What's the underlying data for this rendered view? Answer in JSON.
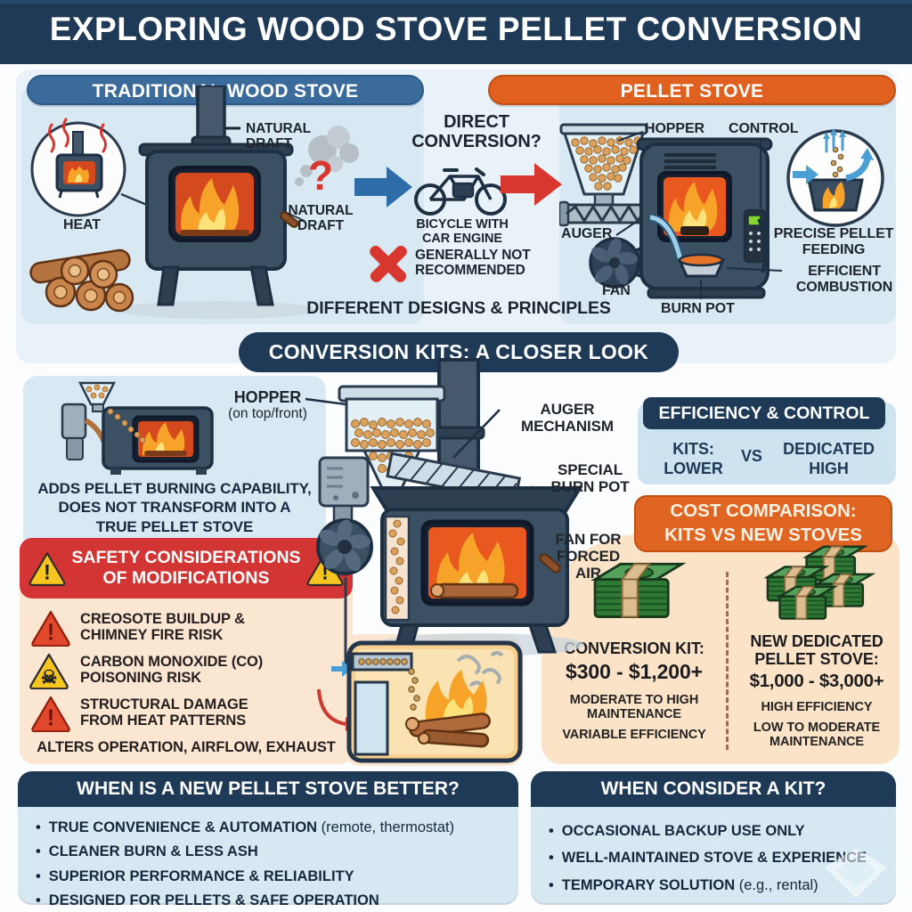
{
  "colors": {
    "navy": "#1e3a57",
    "blue_pill": "#3a6b9b",
    "orange": "#e0611f",
    "red_banner": "#d23534",
    "alert_red": "#d8372f",
    "arrow_blue": "#2f6da8",
    "light_blue_panel": "#d8e9f3",
    "peach": "#fbe3c8",
    "money_green": "#2e7a35"
  },
  "icons": {
    "question_mark": "?",
    "x_mark": "✕",
    "skull": "☠",
    "exclamation": "!",
    "bullet": "•"
  },
  "title": "EXPLORING WOOD STOVE PELLET CONVERSION",
  "traditional": {
    "header": "TRADITIONAL WOOD STOVE",
    "natural_draft_top": "NATURAL\nDRAFT",
    "natural_draft_side": "NATURAL\nDRAFT",
    "heat_label": "HEAT"
  },
  "conversion_question": {
    "title": "DIRECT\nCONVERSION?",
    "bicycle_caption": "BICYCLE WITH\nCAR ENGINE",
    "verdict": "GENERALLY NOT\nRECOMMENDED",
    "footer": "DIFFERENT DESIGNS & PRINCIPLES"
  },
  "pellet": {
    "header": "PELLET STOVE",
    "hopper": "HOPPER",
    "control": "CONTROL",
    "auger": "AUGER",
    "fan": "FAN",
    "burn_pot": "BURN POT",
    "precise_feeding": "PRECISE PELLET\nFEEDING",
    "efficient_combustion": "EFFICIENT\nCOMBUSTION"
  },
  "kits": {
    "header": "CONVERSION KITS: A CLOSER LOOK",
    "note": "ADDS PELLET BURNING CAPABILITY,\nDOES NOT TRANSFORM INTO A\nTRUE PELLET STOVE",
    "hopper": "HOPPER",
    "hopper_sub": "(on top/front)",
    "auger": "AUGER\nMECHANISM",
    "burn_pot": "SPECIAL\nBURN POT",
    "fan": "FAN FOR\nFORCED\nAIR"
  },
  "efficiency": {
    "header": "EFFICIENCY & CONTROL",
    "kits_value": "KITS:\nLOWER",
    "vs": "VS",
    "dedicated_value": "DEDICATED\nHIGH"
  },
  "cost": {
    "header": "COST COMPARISON:\nKITS VS NEW STOVES",
    "kit": {
      "title": "CONVERSION KIT:",
      "price": "$300 - $1,200+",
      "note1": "MODERATE TO HIGH\nMAINTENANCE",
      "note2": "VARIABLE EFFICIENCY"
    },
    "dedicated": {
      "title": "NEW DEDICATED\nPELLET STOVE:",
      "price": "$1,000 - $3,000+",
      "note1": "HIGH EFFICIENCY",
      "note2": "LOW TO MODERATE\nMAINTENANCE"
    }
  },
  "safety": {
    "header": "SAFETY CONSIDERATIONS\nOF MODIFICATIONS",
    "items": [
      {
        "icon": "warning-triangle-red",
        "text": "CREOSOTE BUILDUP &\nCHIMNEY FIRE RISK"
      },
      {
        "icon": "skull-triangle-yellow",
        "text": "CARBON MONOXIDE (CO)\nPOISONING RISK"
      },
      {
        "icon": "warning-triangle-red",
        "text": "STRUCTURAL DAMAGE\nFROM HEAT PATTERNS"
      }
    ],
    "footer": "ALTERS OPERATION, AIRFLOW, EXHAUST"
  },
  "when_new": {
    "header": "WHEN IS A NEW PELLET STOVE BETTER?",
    "bullets": [
      {
        "bold": "TRUE CONVENIENCE & AUTOMATION",
        "rest": " (remote, thermostat)"
      },
      {
        "bold": "CLEANER BURN & LESS ASH",
        "rest": ""
      },
      {
        "bold": "SUPERIOR PERFORMANCE & RELIABILITY",
        "rest": ""
      },
      {
        "bold": "DESIGNED FOR PELLETS & SAFE OPERATION",
        "rest": ""
      }
    ]
  },
  "when_kit": {
    "header": "WHEN CONSIDER A KIT?",
    "bullets": [
      {
        "bold": "OCCASIONAL BACKUP USE ONLY",
        "rest": ""
      },
      {
        "bold": "WELL-MAINTAINED STOVE & EXPERIENCE",
        "rest": ""
      },
      {
        "bold": "TEMPORARY SOLUTION",
        "rest": " (e.g., rental)"
      }
    ]
  }
}
